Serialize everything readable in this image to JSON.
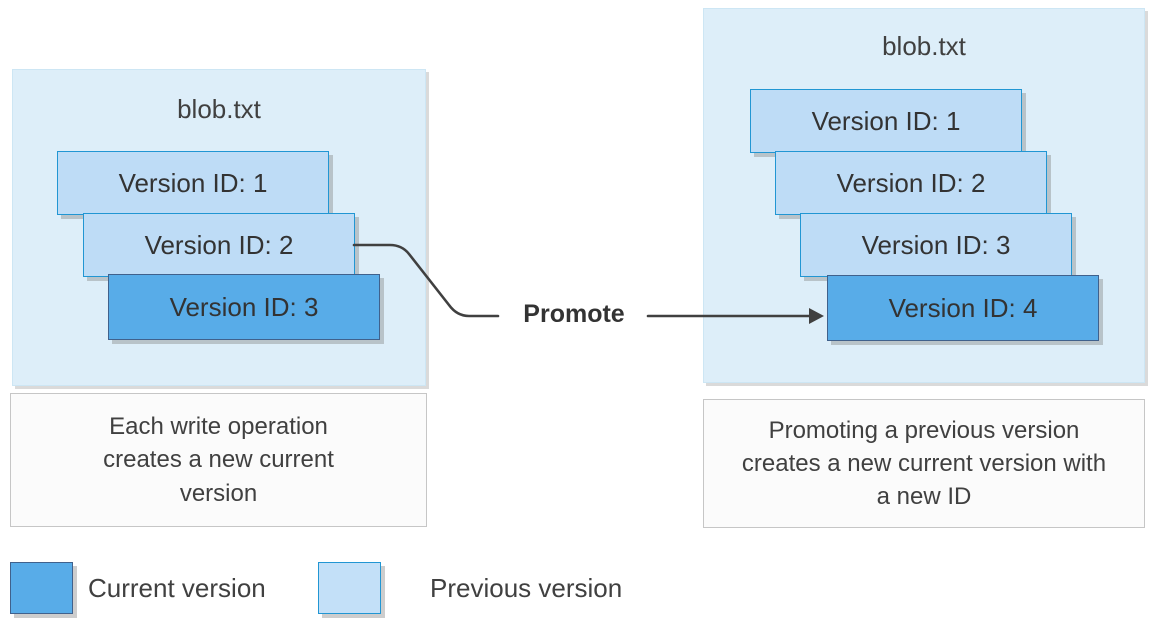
{
  "diagram": {
    "left_blob": {
      "title": "blob.txt",
      "versions": [
        {
          "label": "Version ID: 1",
          "state": "previous"
        },
        {
          "label": "Version ID: 2",
          "state": "previous"
        },
        {
          "label": "Version ID: 3",
          "state": "current"
        }
      ],
      "caption": "Each write operation creates a new current version"
    },
    "right_blob": {
      "title": "blob.txt",
      "versions": [
        {
          "label": "Version ID: 1",
          "state": "previous"
        },
        {
          "label": "Version ID: 2",
          "state": "previous"
        },
        {
          "label": "Version ID: 3",
          "state": "previous"
        },
        {
          "label": "Version ID: 4",
          "state": "current"
        }
      ],
      "caption": "Promoting a previous version creates a new current version with a new ID"
    },
    "connector": {
      "label": "Promote"
    },
    "legend": {
      "current_label": "Current version",
      "previous_label": "Previous version"
    },
    "colors": {
      "container_bg": "#ddeef9",
      "previous_version_fill": "#bedcf6",
      "previous_version_border": "#2196d3",
      "current_version_fill": "#58ace8",
      "current_version_border": "#40618c",
      "caption_bg": "#fbfbfb",
      "caption_border": "#c6c6c6",
      "text": "#404040",
      "arrow": "#404040"
    }
  }
}
